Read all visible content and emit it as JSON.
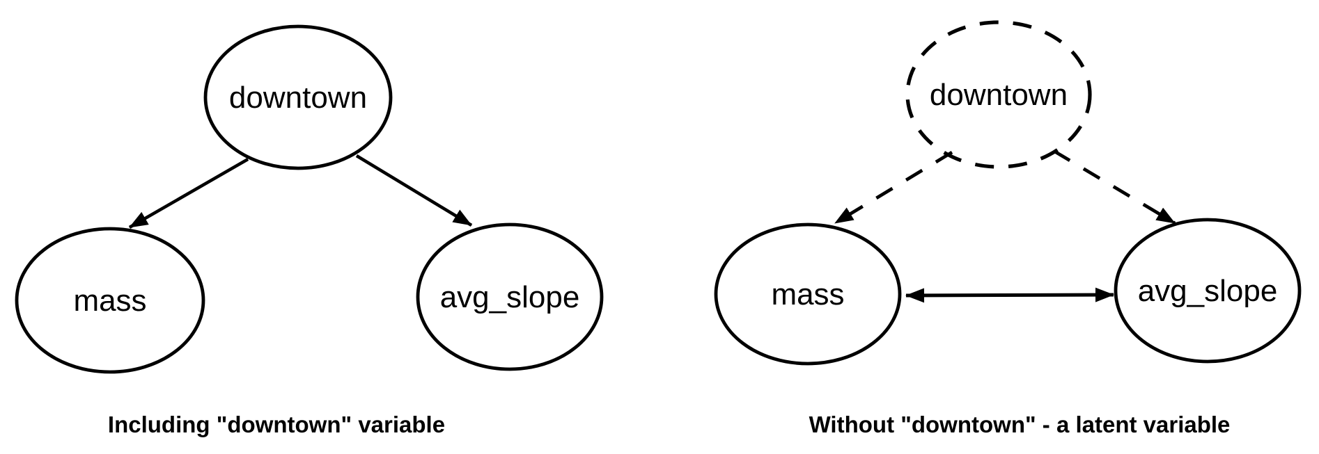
{
  "page": {
    "type": "causal-dag-comparison-figure",
    "background_color": "#ffffff",
    "ink_color": "#000000"
  },
  "left_diagram": {
    "caption": "Including \"downtown\" variable",
    "nodes": {
      "downtown": {
        "label": "downtown",
        "outline": "solid"
      },
      "mass": {
        "label": "mass",
        "outline": "solid"
      },
      "avg_slope": {
        "label": "avg_slope",
        "outline": "solid"
      }
    },
    "edges": [
      {
        "from": "downtown",
        "to": "mass",
        "line": "solid",
        "arrows": "to"
      },
      {
        "from": "downtown",
        "to": "avg_slope",
        "line": "solid",
        "arrows": "to"
      }
    ]
  },
  "right_diagram": {
    "caption": "Without \"downtown\" - a latent variable",
    "nodes": {
      "downtown": {
        "label": "downtown",
        "outline": "dashed"
      },
      "mass": {
        "label": "mass",
        "outline": "solid"
      },
      "avg_slope": {
        "label": "avg_slope",
        "outline": "solid"
      }
    },
    "edges": [
      {
        "from": "downtown",
        "to": "mass",
        "line": "dashed",
        "arrows": "to"
      },
      {
        "from": "downtown",
        "to": "avg_slope",
        "line": "dashed",
        "arrows": "to"
      },
      {
        "from": "mass",
        "to": "avg_slope",
        "line": "solid",
        "arrows": "both"
      }
    ]
  }
}
